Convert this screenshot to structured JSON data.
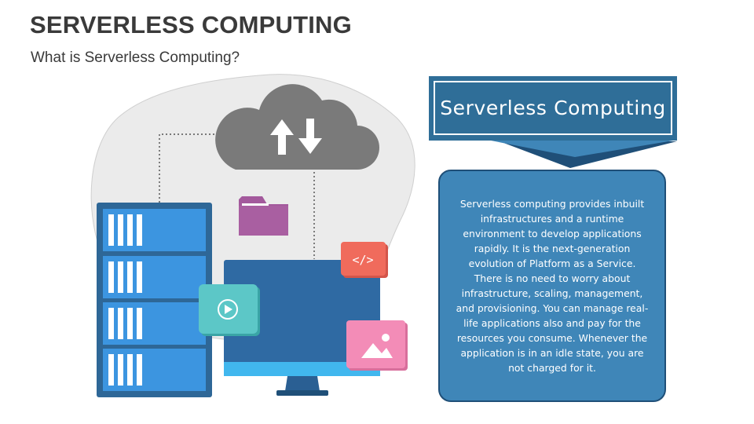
{
  "slide": {
    "title": "SERVERLESS COMPUTING",
    "subtitle": "What is Serverless Computing?"
  },
  "banner": {
    "label": "Serverless Computing"
  },
  "description": {
    "text": "Serverless computing provides inbuilt infrastructures and a runtime environment to develop applications rapidly. It is the next-generation evolution of  Platform as a Service. There is no need to worry about infrastructure, scaling, management, and provisioning. You can manage real-life applications also and pay for the resources you consume. Whenever the application is in an idle state, you are not charged for it."
  },
  "icons": {
    "code_badge": "</>",
    "cloud": "cloud-icon",
    "transfer_arrows": "up-down-arrows-icon",
    "folder": "folder-icon",
    "play": "play-icon",
    "image": "image-icon",
    "server": "server-rack-icon",
    "monitor": "monitor-icon"
  },
  "colors": {
    "title_text": "#3a3a3a",
    "banner_fill": "#2f6e98",
    "banner_border": "#1f4f78",
    "box_fill": "#3f86b8",
    "cloud": "#7a7a7a",
    "blob": "#ebebeb",
    "server_frame": "#2e6797",
    "server_unit": "#3c95e0",
    "monitor_screen": "#2f6aa3",
    "monitor_bar": "#41b7ee",
    "code_badge": "#f06b5c",
    "play_card": "#5cc7c7",
    "image_card": "#f38cb7",
    "folder": "#a3599c"
  }
}
